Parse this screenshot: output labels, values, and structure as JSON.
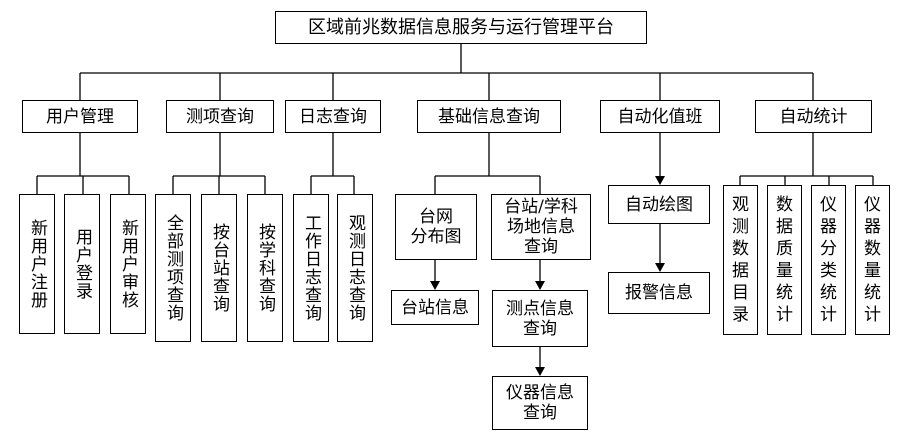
{
  "root": "区域前兆数据信息服务与运行管理平台",
  "modules": {
    "user": {
      "label": "用户管理",
      "items": [
        "新用户注册",
        "用户登录",
        "新用户审核"
      ]
    },
    "survey": {
      "label": "测项查询",
      "items": [
        "全部测项查询",
        "按台站查询",
        "按学科查询"
      ]
    },
    "log": {
      "label": "日志查询",
      "items": [
        "工作日志查询",
        "观测日志查询"
      ]
    },
    "basic": {
      "label": "基础信息查询",
      "network_map": "台网\n分布图",
      "station_info": "台站信息",
      "station_field": "台站/学科\n场地信息\n查询",
      "point_info": "测点信息\n查询",
      "instrument_info": "仪器信息\n查询"
    },
    "duty": {
      "label": "自动化值班",
      "plot": "自动绘图",
      "alarm": "报警信息"
    },
    "stats": {
      "label": "自动统计",
      "items": [
        "观测数据目录",
        "数据质量统计",
        "仪器分类统计",
        "仪器数量统计"
      ]
    }
  }
}
